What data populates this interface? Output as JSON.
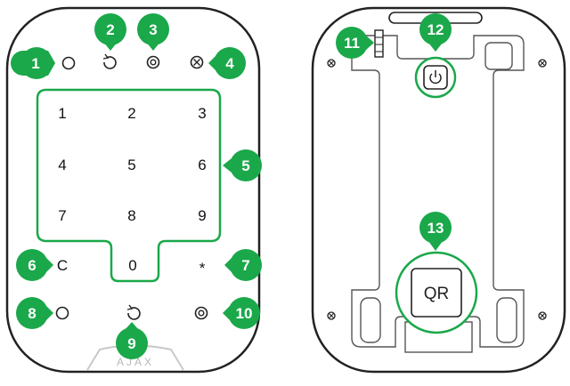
{
  "colors": {
    "accent": "#1aa84a",
    "outline": "#222222",
    "logo": "#c8c8c8"
  },
  "front": {
    "keys": [
      "1",
      "2",
      "3",
      "4",
      "5",
      "6",
      "7",
      "8",
      "9",
      "0"
    ],
    "clear_key": "C",
    "star_key": "*",
    "logo": "AJAX",
    "icons": {
      "top_left": "circle-icon",
      "top_mid_left": "rotate-icon",
      "top_mid_right": "target-icon",
      "top_right": "x-circle-icon",
      "bottom_left": "circle-icon",
      "bottom_mid": "rotate-icon",
      "bottom_right": "target-icon"
    }
  },
  "back": {
    "qr_label": "QR",
    "icons": {
      "power": "power-icon",
      "tamper": "tamper-icon",
      "screw": "screw-icon"
    }
  },
  "callouts": [
    "1",
    "2",
    "3",
    "4",
    "5",
    "6",
    "7",
    "8",
    "9",
    "10",
    "11",
    "12",
    "13"
  ]
}
